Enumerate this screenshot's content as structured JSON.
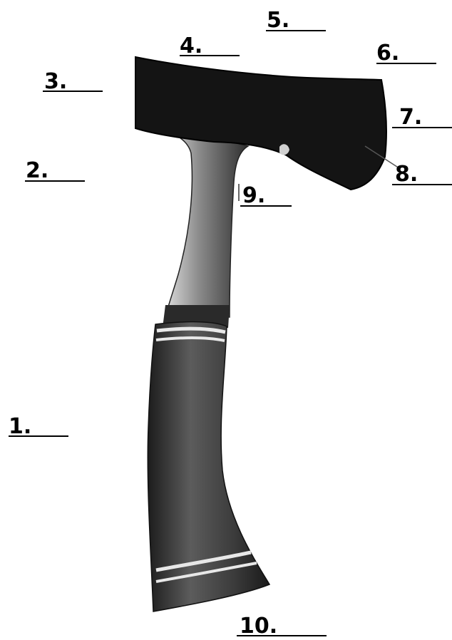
{
  "diagram": {
    "labels": [
      "1.",
      "2.",
      "3.",
      "4.",
      "5.",
      "6.",
      "7.",
      "8.",
      "9.",
      "10."
    ],
    "colors": {
      "ink": "#000000",
      "head_dark": "#141414",
      "shaft_steel": "#9a9a9a",
      "grip_dark": "#3a3a3a",
      "grip_stripe": "#e8e8e8"
    }
  }
}
